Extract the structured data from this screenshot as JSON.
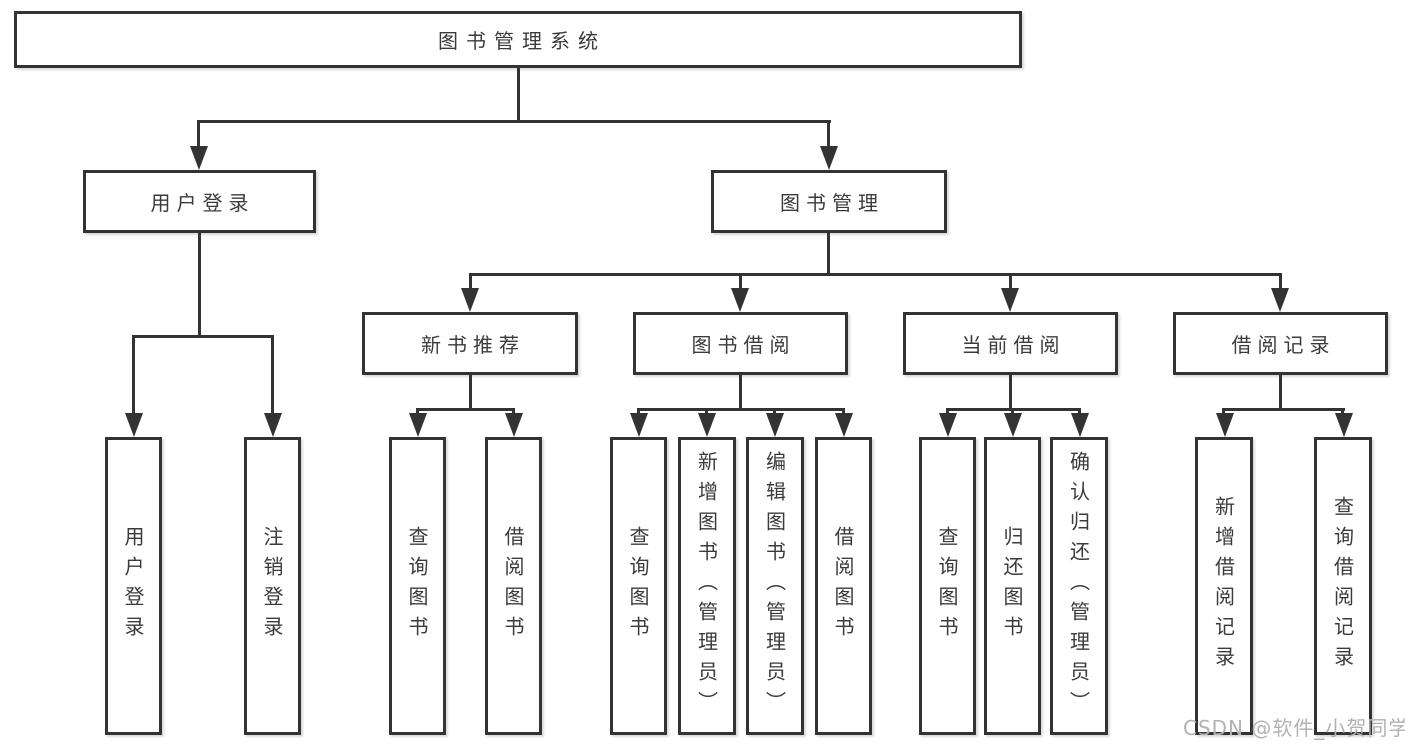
{
  "diagram": {
    "type": "hierarchy-tree",
    "title": "图书管理系统",
    "colors": {
      "line": "#333333",
      "text": "#3b3b3b",
      "background": "#ffffff",
      "watermark": "#b2b2b2"
    },
    "tree": {
      "label": "图书管理系统",
      "children": [
        {
          "label": "用户登录",
          "children": [
            {
              "label": "用户登录"
            },
            {
              "label": "注销登录"
            }
          ]
        },
        {
          "label": "图书管理",
          "children": [
            {
              "label": "新书推荐",
              "children": [
                {
                  "label": "查询图书"
                },
                {
                  "label": "借阅图书"
                }
              ]
            },
            {
              "label": "图书借阅",
              "children": [
                {
                  "label": "查询图书"
                },
                {
                  "label": "新增图书（管理员）"
                },
                {
                  "label": "编辑图书（管理员）"
                },
                {
                  "label": "借阅图书"
                }
              ]
            },
            {
              "label": "当前借阅",
              "children": [
                {
                  "label": "查询图书"
                },
                {
                  "label": "归还图书"
                },
                {
                  "label": "确认归还（管理员）"
                }
              ]
            },
            {
              "label": "借阅记录",
              "children": [
                {
                  "label": "新增借阅记录"
                },
                {
                  "label": "查询借阅记录"
                }
              ]
            }
          ]
        }
      ]
    },
    "watermark": "CSDN @软件_小贺同学"
  }
}
